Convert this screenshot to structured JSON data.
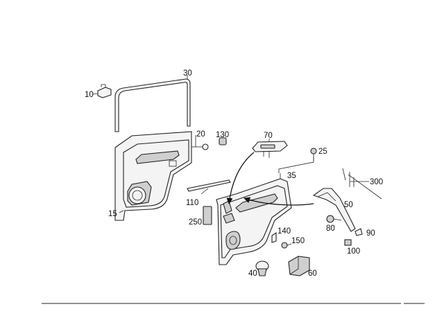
{
  "labels": {
    "p10": "10",
    "p15": "15",
    "p20": "20",
    "p25": "25",
    "p30": "30",
    "p35": "35",
    "p40": "40",
    "p50": "50",
    "p60": "60",
    "p70": "70",
    "p80": "80",
    "p90": "90",
    "p100": "100",
    "p110": "110",
    "p130": "130",
    "p140": "140",
    "p150": "150",
    "p250": "250",
    "p300": "300"
  },
  "colors": {
    "ink": "#222222",
    "panel_fill": "#f4f4f4",
    "shade_fill": "#cfcfcf"
  }
}
